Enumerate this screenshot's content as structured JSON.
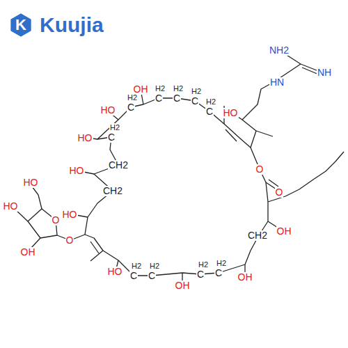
{
  "diagram": {
    "labels": [
      "K",
      "Kuujia",
      "NH2",
      "NH",
      "HN",
      "HO",
      "OH",
      "H2",
      "C",
      "H2",
      "C",
      "H2",
      "C",
      "H2",
      "C",
      "H2",
      "C",
      "HO",
      "HO",
      "H2",
      "C",
      "HO",
      "CH2",
      "CH2",
      "HO",
      "O",
      "O",
      "HO",
      "HO",
      "OH",
      "HO",
      "H2",
      "C",
      "H2",
      "C",
      "OH",
      "H2",
      "C",
      "H2",
      "C",
      "OH",
      "CH2",
      "OH",
      "O",
      "O"
    ]
  }
}
